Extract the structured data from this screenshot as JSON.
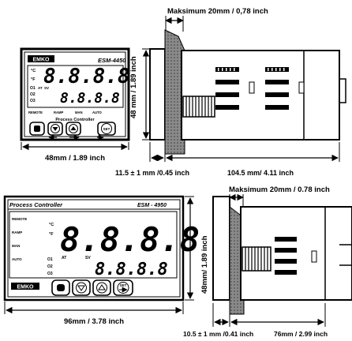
{
  "top": {
    "header_dim": "Maksimum 20mm / 0,78 inch",
    "device": {
      "brand": "EMKO",
      "model": "ESM-4450",
      "display_pv": "8.8.8.8",
      "display_sv": "8.8.8.8",
      "unit_c": "°C",
      "unit_f": "°F",
      "out1": "O1",
      "out2": "O2",
      "out3": "O3",
      "at": "AT",
      "sv": "SV",
      "labels": {
        "remote": "REMOTE",
        "ramp": "RAMP",
        "man": "MAN",
        "auto": "AUTO"
      },
      "panel_title": "Process Controller",
      "set_key": "SET"
    },
    "width_dim": "48mm / 1.89 inch",
    "height_dim": "48 mm / 1.89 inch",
    "depth_front": "11.5 ± 1 mm /0.45 inch",
    "depth_body": "104.5 mm/ 4.11 inch"
  },
  "bottom": {
    "header_dim": "Maksimum 20mm / 0.78 inch",
    "device": {
      "title": "Process Controller",
      "model": "ESM - 4950",
      "brand": "EMKO",
      "display_pv": "8.8.8.8",
      "display_sv": "8.8.8.8",
      "labels": {
        "remote": "REMOTE",
        "ramp": "RAMP",
        "man": "MAN",
        "auto": "AUTO"
      },
      "at": "AT",
      "sv": "SV",
      "out1": "O1",
      "out2": "O2",
      "out3": "O3",
      "unit_c": "°C",
      "unit_f": "°F",
      "set_key": "SET"
    },
    "width_dim": "96mm / 3.78 inch",
    "height_dim": "48mm/ 1.89 inch",
    "depth_front": "10.5 ± 1 mm /0.41 inch",
    "depth_body": "76mm / 2.99 inch"
  }
}
